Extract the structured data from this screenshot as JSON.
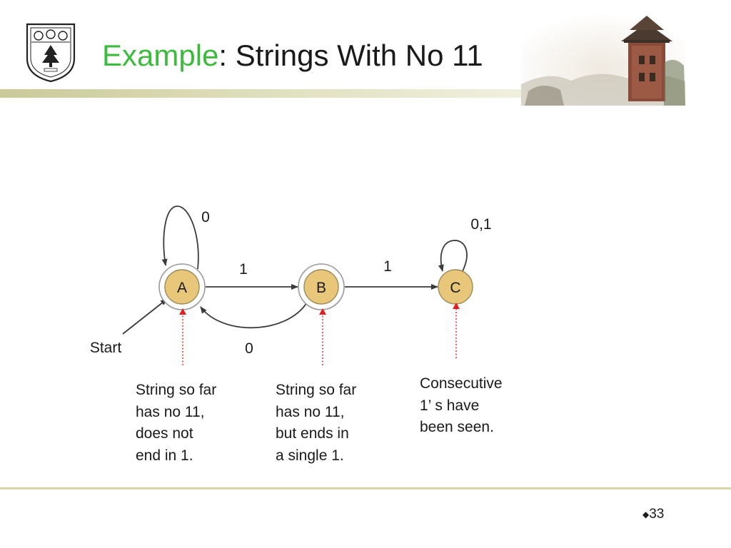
{
  "slide": {
    "title_accent": "Example",
    "title_rest": ": Strings With No 11",
    "page_number": "33"
  },
  "diagram": {
    "states": [
      {
        "id": "A",
        "label": "A",
        "accepting": true,
        "start": true
      },
      {
        "id": "B",
        "label": "B",
        "accepting": true,
        "start": false
      },
      {
        "id": "C",
        "label": "C",
        "accepting": false,
        "start": false
      }
    ],
    "transitions": [
      {
        "from": "A",
        "to": "A",
        "label": "0"
      },
      {
        "from": "A",
        "to": "B",
        "label": "1"
      },
      {
        "from": "B",
        "to": "A",
        "label": "0"
      },
      {
        "from": "B",
        "to": "C",
        "label": "1"
      },
      {
        "from": "C",
        "to": "C",
        "label": "0,1"
      }
    ],
    "start_label": "Start",
    "notes": [
      {
        "state": "A",
        "lines": [
          "String so far",
          "has no 11,",
          "does not",
          "end in 1."
        ]
      },
      {
        "state": "B",
        "lines": [
          "String so far",
          "has no 11,",
          "but ends in",
          "a  single 1."
        ]
      },
      {
        "state": "C",
        "lines": [
          "Consecutive",
          "1’ s have",
          "been seen."
        ]
      }
    ]
  },
  "colors": {
    "accent": "#3dbb3d",
    "state_fill": "#e8c77a",
    "pointer": "#e02020",
    "rule": "#d8d6ab"
  }
}
